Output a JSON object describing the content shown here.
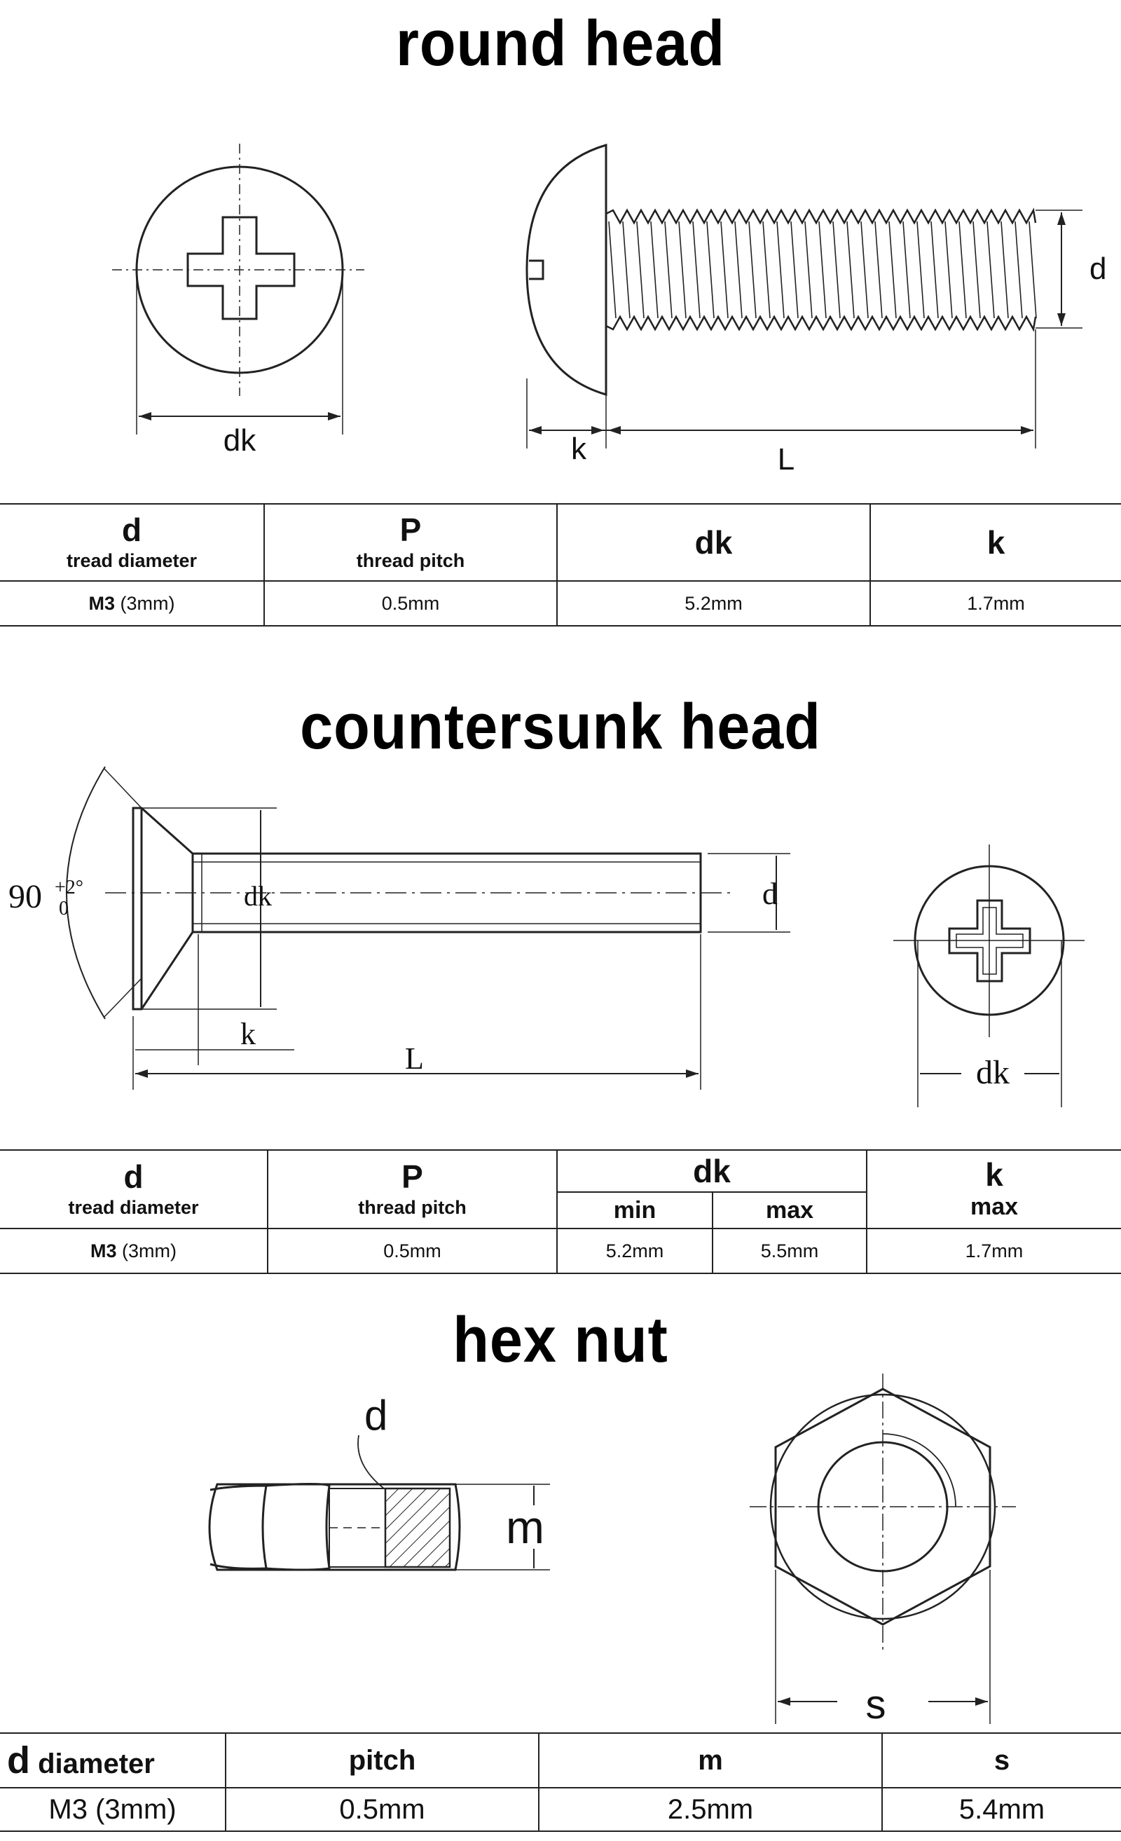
{
  "sections": {
    "round": {
      "title": "round head",
      "labels": {
        "dk": "dk",
        "k": "k",
        "L": "L",
        "d": "d"
      },
      "table": {
        "headers": [
          {
            "symbol": "d",
            "desc": "tread diameter"
          },
          {
            "symbol": "P",
            "desc": "thread pitch"
          },
          {
            "symbol": "dk"
          },
          {
            "symbol": "k"
          }
        ],
        "row": {
          "size": "M3",
          "size_mm": "(3mm)",
          "pitch": "0.5mm",
          "dk": "5.2mm",
          "k": "1.7mm"
        }
      }
    },
    "countersunk": {
      "title": "countersunk head",
      "labels": {
        "angle": "90",
        "tol_upper": "+2°",
        "tol_lower": "0",
        "dk_side": "dk",
        "d": "d",
        "k": "k",
        "L": "L",
        "dk_top": "dk"
      },
      "table": {
        "headers": [
          {
            "symbol": "d",
            "desc": "tread diameter"
          },
          {
            "symbol": "P",
            "desc": "thread pitch"
          },
          {
            "symbol": "dk",
            "min": "min",
            "max": "max"
          },
          {
            "symbol": "k",
            "desc": "max"
          }
        ],
        "row": {
          "size": "M3",
          "size_mm": "(3mm)",
          "pitch": "0.5mm",
          "dk_min": "5.2mm",
          "dk_max": "5.5mm",
          "k": "1.7mm"
        }
      }
    },
    "hexnut": {
      "title": "hex nut",
      "labels": {
        "d": "d",
        "m": "m",
        "s": "s"
      },
      "table": {
        "headers": {
          "d_symbol": "d",
          "d_word": "diameter",
          "pitch": "pitch",
          "m": "m",
          "s": "s"
        },
        "row": {
          "size": "M3 (3mm)",
          "pitch": "0.5mm",
          "m": "2.5mm",
          "s": "5.4mm"
        }
      }
    }
  }
}
